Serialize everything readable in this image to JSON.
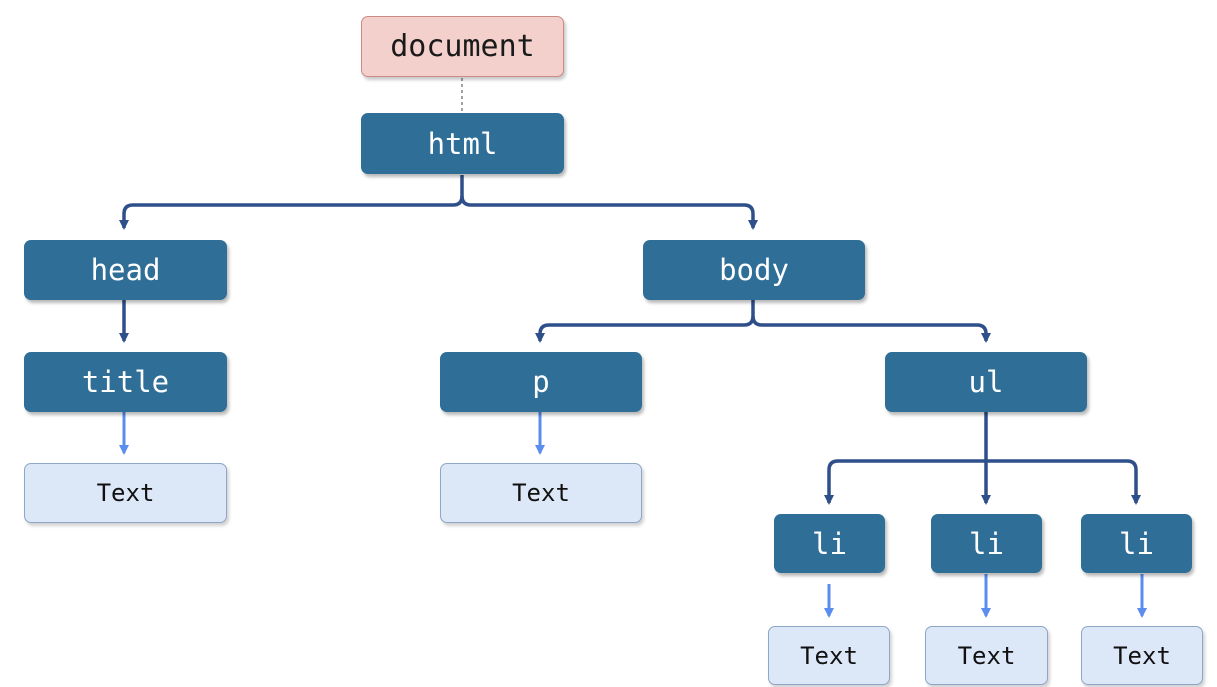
{
  "nodes": {
    "document": "document",
    "html": "html",
    "head": "head",
    "body": "body",
    "title": "title",
    "p": "p",
    "ul": "ul",
    "li_1": "li",
    "li_2": "li",
    "li_3": "li",
    "text_title": "Text",
    "text_p": "Text",
    "text_li_1": "Text",
    "text_li_2": "Text",
    "text_li_3": "Text"
  },
  "colors": {
    "element_fill": "#2f6e96",
    "document_fill": "#f3d0cc",
    "text_fill": "#dce7f8",
    "element_edge": "#2f4f8a",
    "text_edge": "#5b8def"
  }
}
